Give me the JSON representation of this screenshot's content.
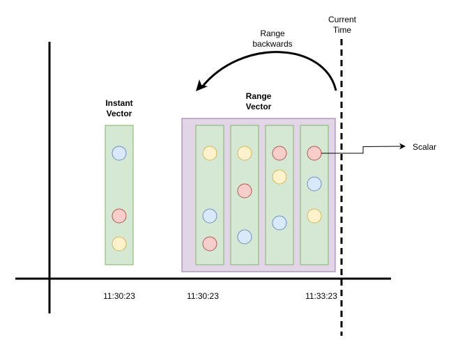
{
  "labels": {
    "current_time_line1": "Current",
    "current_time_line2": "Time",
    "range_backwards_line1": "Range",
    "range_backwards_line2": "backwards",
    "instant_vector_line1": "Instant",
    "instant_vector_line2": "Vector",
    "range_vector_line1": "Range",
    "range_vector_line2": "Vector",
    "scalar": "Scalar"
  },
  "time_labels": {
    "instant": "11:30:23",
    "range_start": "11:30:23",
    "range_end": "11:33:23"
  },
  "colors": {
    "axis": "#000000",
    "column_fill": "#d5e8d4",
    "column_stroke": "#82b366",
    "range_box_fill": "#e1d5e7",
    "range_box_stroke": "#9673a6",
    "sample_blue_fill": "#dae8fc",
    "sample_blue_stroke": "#6c8ebf",
    "sample_red_fill": "#f8cecc",
    "sample_red_stroke": "#b85450",
    "sample_yellow_fill": "#fff2cc",
    "sample_yellow_stroke": "#d6b656"
  },
  "series": {
    "instant_vector": [
      "blue",
      "red",
      "yellow"
    ],
    "range_vector": [
      [
        "yellow",
        "blue",
        "red"
      ],
      [
        "yellow",
        "red",
        "blue"
      ],
      [
        "red",
        "yellow",
        "blue"
      ],
      [
        "red",
        "blue",
        "yellow"
      ]
    ]
  }
}
